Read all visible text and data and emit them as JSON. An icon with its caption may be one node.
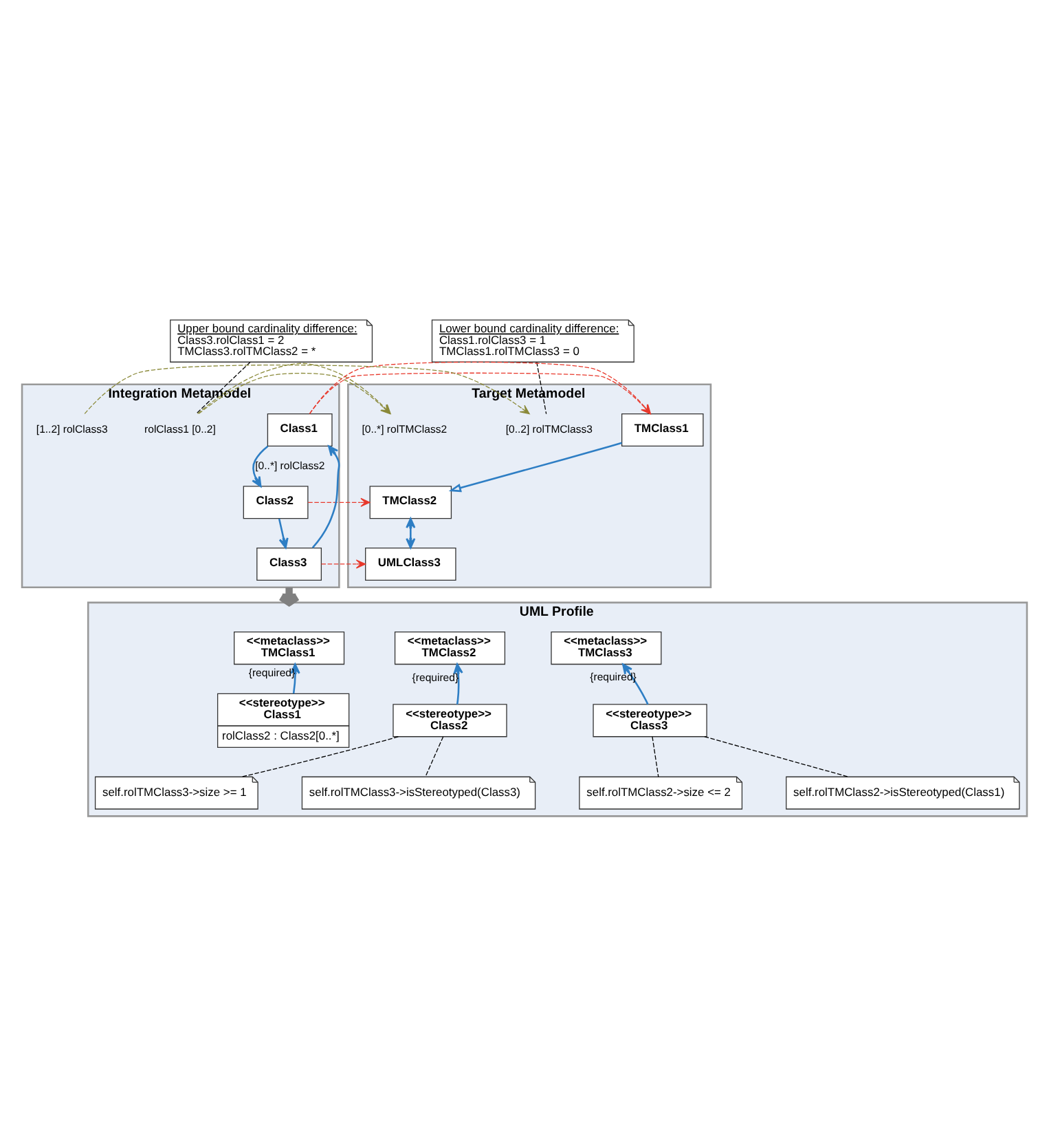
{
  "diagram": {
    "nodes": [
      {
        "text": [
          "Upper bound cardinality difference:",
          "Class3.rolClass1 = 2",
          "TMClass3.rolTMClass2 = *"
        ]
      },
      {
        "text": [
          "Lower bound cardinality difference:",
          "Class1.rolClass3 = 1",
          "TMClass1.rolTMClass3 = 0"
        ]
      },
      {
        "text": [
          "Integration Metamodel"
        ]
      },
      {
        "text": [
          "rolClass1 [0..2]"
        ],
        "in": 2
      },
      {
        "text": [
          "Class1"
        ],
        "in": 2
      },
      {
        "text": [
          "Class2"
        ],
        "in": 2
      },
      {
        "text": [
          "[1..2] rolClass3"
        ],
        "in": 2
      },
      {
        "text": [
          "Class3"
        ],
        "in": 2
      },
      {
        "text": [
          "Target Metamodel"
        ]
      },
      {
        "text": [
          "TMClass1"
        ],
        "in": 8
      },
      {
        "text": [
          "TMClass2"
        ],
        "in": 8
      },
      {
        "text": [
          "[0..*] rolTMClass2"
        ],
        "in": 8
      },
      {
        "text": [
          "[0..2] rolTMClass3"
        ],
        "in": 8
      },
      {
        "text": [
          "UMLClass3"
        ],
        "in": 8
      },
      {
        "text": [
          "UML Profile"
        ]
      },
      {
        "text": [
          "<<metaclass>>",
          "TMClass1"
        ],
        "in": 14
      },
      {
        "text": [
          "<<metaclass>>",
          "TMClass2"
        ],
        "in": 14
      },
      {
        "text": [
          "<<metaclass>>",
          "TMClass3"
        ],
        "in": 14
      },
      {
        "text": [
          "<<stereotype>>",
          "Class1",
          "rolClass2 : Class2[0..*]"
        ],
        "in": 14
      },
      {
        "text": [
          "<<stereotype>>",
          "Class2"
        ],
        "in": 14
      },
      {
        "text": [
          "<<stereotype>>",
          "Class3"
        ],
        "in": 14
      },
      {
        "text": [
          "self.rolTMClass3->size >= 1"
        ],
        "in": 14
      },
      {
        "text": [
          "self.rolTMClass3->isStereotyped(Class3)"
        ],
        "in": 14
      },
      {
        "text": [
          "self.rolTMClass2->size <= 2"
        ],
        "in": 14
      },
      {
        "text": [
          "self.rolTMClass2->isStereotyped(Class1)"
        ],
        "in": 14
      }
    ],
    "edges": [
      {
        "from": 4,
        "to": 5,
        "arrow": "to",
        "label": "[0..*] rolClass2",
        "color": "#2e7ec4"
      },
      {
        "from": 5,
        "to": 7,
        "arrow": "to",
        "color": "#2e7ec4"
      },
      {
        "from": 7,
        "to": 4,
        "arrow": "to",
        "color": "#2e7ec4"
      },
      {
        "from": 4,
        "to": 9,
        "arrow": "to",
        "style": "dashed",
        "color": "#e8392c"
      },
      {
        "from": 5,
        "to": 10,
        "arrow": "to",
        "style": "dashed",
        "color": "#e8392c"
      },
      {
        "from": 7,
        "to": 13,
        "arrow": "to",
        "style": "dashed",
        "color": "#e8392c"
      },
      {
        "from": 9,
        "to": 10,
        "arrow": "to",
        "color": "#2e7ec4"
      },
      {
        "from": 10,
        "to": 13,
        "arrow": "both",
        "color": "#2e7ec4"
      },
      {
        "from": 0,
        "to": 3,
        "arrow": "none",
        "style": "dashed",
        "color": "#000000"
      },
      {
        "from": 3,
        "to": 11,
        "arrow": "to",
        "style": "dashed",
        "color": "#8b8a3a"
      },
      {
        "from": 1,
        "to": 12,
        "arrow": "none",
        "style": "dashed",
        "color": "#000000"
      },
      {
        "from": 6,
        "to": 12,
        "arrow": "to",
        "style": "dashed",
        "color": "#8b8a3a"
      },
      {
        "from": 2,
        "to": 14,
        "arrow": "to",
        "style": "thick",
        "color": "#808080"
      },
      {
        "from": 18,
        "to": 15,
        "arrow": "to",
        "label": "{required}",
        "color": "#2e7ec4"
      },
      {
        "from": 19,
        "to": 16,
        "arrow": "to",
        "label": "{required}",
        "color": "#2e7ec4"
      },
      {
        "from": 20,
        "to": 17,
        "arrow": "to",
        "label": "{required}",
        "color": "#2e7ec4"
      },
      {
        "from": 19,
        "to": 21,
        "arrow": "none",
        "style": "dashed",
        "color": "#000000"
      },
      {
        "from": 19,
        "to": 22,
        "arrow": "none",
        "style": "dashed",
        "color": "#000000"
      },
      {
        "from": 20,
        "to": 23,
        "arrow": "none",
        "style": "dashed",
        "color": "#000000"
      },
      {
        "from": 20,
        "to": 24,
        "arrow": "none",
        "style": "dashed",
        "color": "#000000"
      }
    ]
  }
}
